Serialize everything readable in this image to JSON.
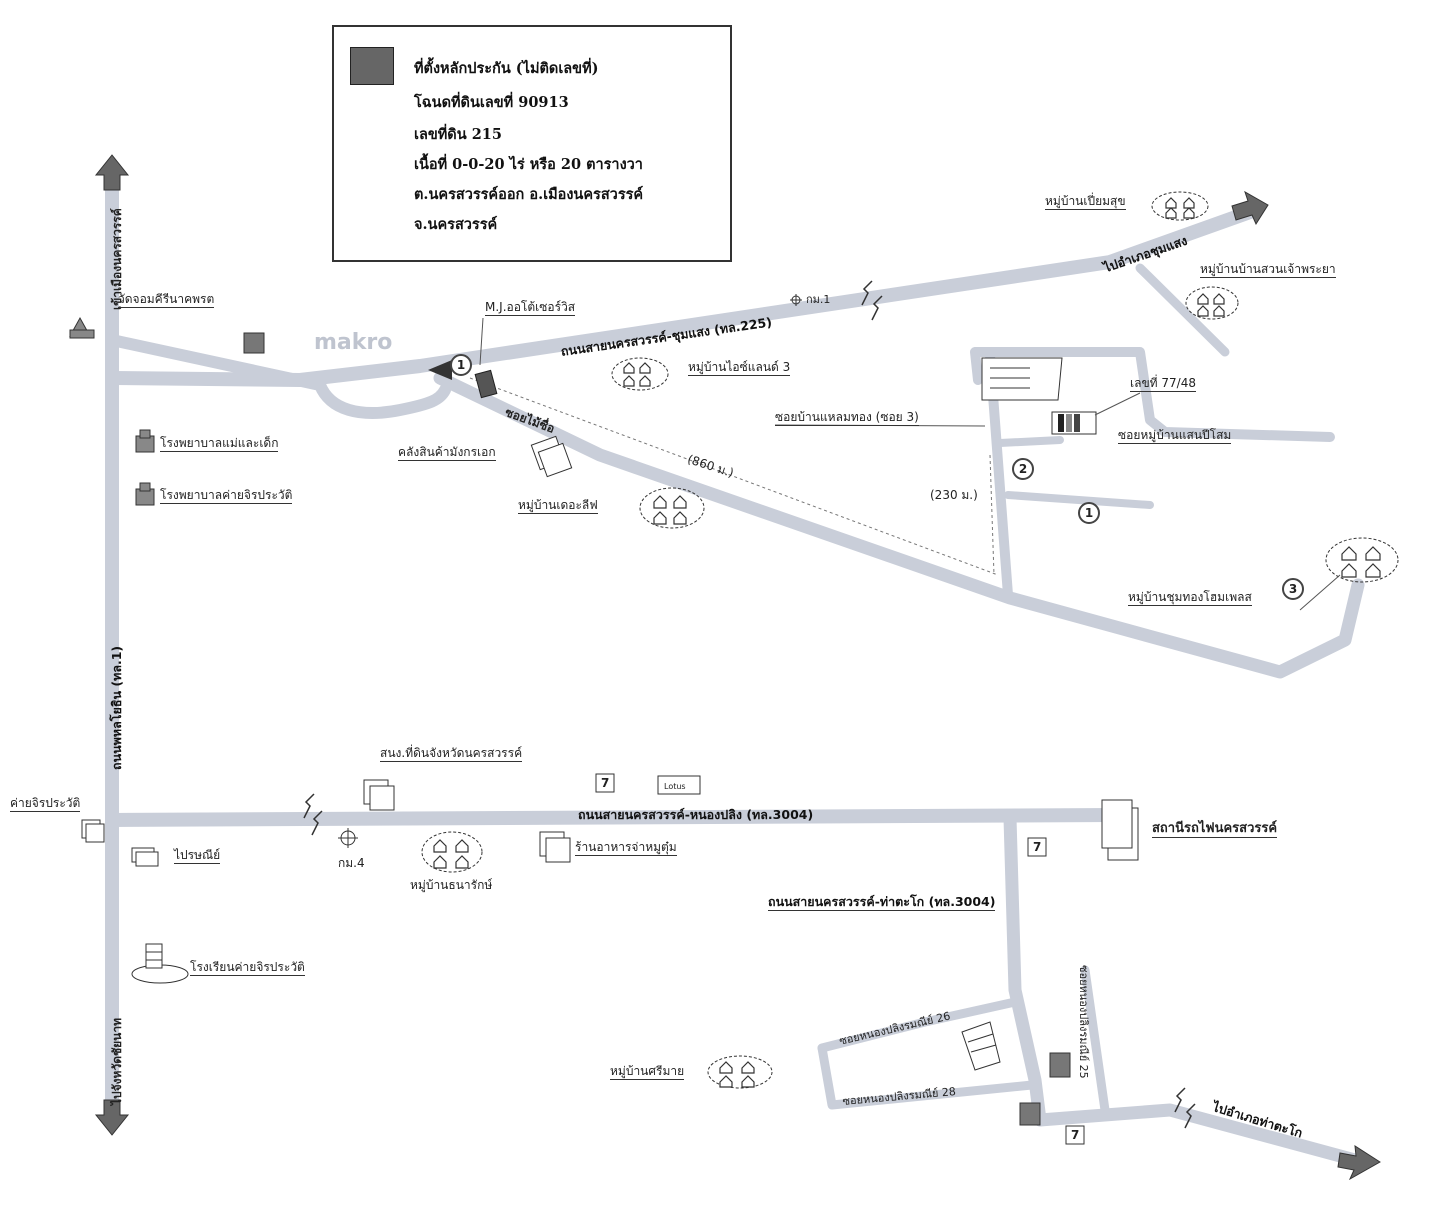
{
  "legend": {
    "line1": "ที่ตั้งหลักประกัน (ไม่ติดเลขที่)",
    "line2": "โฉนดที่ดินเลขที่ 90913",
    "line3": "เลขที่ดิน 215",
    "line4": "เนื้อที่ 0-0-20 ไร่ หรือ 20 ตารางวา",
    "line5": "ต.นครสวรรค์ออก อ.เมืองนครสวรรค์",
    "line6": "จ.นครสวรรค์"
  },
  "roads": {
    "main_vertical": "ถนนพหลโยธิน (ทล.1)",
    "to_city": "เข้าเมืองนครสวรรค์",
    "to_chainat": "ไปจังหวัดชัยนาท",
    "chum_saeng_road": "ถนนสายนครสวรรค์-ชุมแสง (ทล.225)",
    "to_chum_saeng": "ไปอำเภอชุมแสง",
    "nong_pling_road": "ถนนสายนครสวรรค์-หนองปลิง (ทล.3004)",
    "tha_tako_road": "ถนนสายนครสวรรค์-ท่าตะโก (ทล.3004)",
    "to_tha_tako": "ไปอำเภอท่าตะโก",
    "soi_maisue": "ซอยไม้ซื่อ",
    "soi_laem_thong": "ซอยบ้านแหลมทอง (ซอย 3)",
    "soi_sap_charoen": "ซอยหมู่บ้านแสนปีโสม",
    "soi_nong_pling_1": "ซอยหนองปลิงรมณีย์ 26",
    "soi_nong_pling_2": "ซอยหนองปลิงรมณีย์ 28",
    "soi_nong_pling_3": "ซอยหนองปลิงรมณีย์ 25"
  },
  "places": {
    "wat": "วัดจอมคีรีนาคพรต",
    "makro": "makro",
    "mj": "M.J.ออโต้เซอร์วิส",
    "km1": "กม.1",
    "village_chai_land": "หมู่บ้านไอซ์แลนด์ 3",
    "village_piam_suk": "หมู่บ้านเปี่ยมสุข",
    "village_suan_chao": "หมู่บ้านบ้านสวนเจ้าพระยา",
    "house_no": "เลขที่ 77/48",
    "warehouse": "คลังสินค้ามังกรเอก",
    "dist_860": "(860 ม.)",
    "dist_230": "(230 ม.)",
    "village_the_leaf": "หมู่บ้านเดอะลีฟ",
    "village_chum_thong": "หมู่บ้านชุมทองโฮมเพลส",
    "hospital_mother": "โรงพยาบาลแม่และเด็ก",
    "hospital_camp": "โรงพยาบาลค่ายจิรประวัติ",
    "land_office": "สนง.ที่ดินจังหวัดนครสวรรค์",
    "camp": "ค่ายจิรประวัติ",
    "post_office": "ไปรษณีย์",
    "km4": "กม.4",
    "village_thana": "หมู่บ้านธนารักษ์",
    "restaurant": "ร้านอาหารจ่าหมูตุ๋ม",
    "station": "สถานีรถไฟนครสวรรค์",
    "school": "โรงเรียนค่ายจิรประวัติ",
    "village_srimai": "หมู่บ้านศรีมาย",
    "lotus": "Lotus",
    "seven": "7"
  },
  "markers": {
    "m1a": "1",
    "m2": "2",
    "m1b": "1",
    "m3": "3"
  }
}
